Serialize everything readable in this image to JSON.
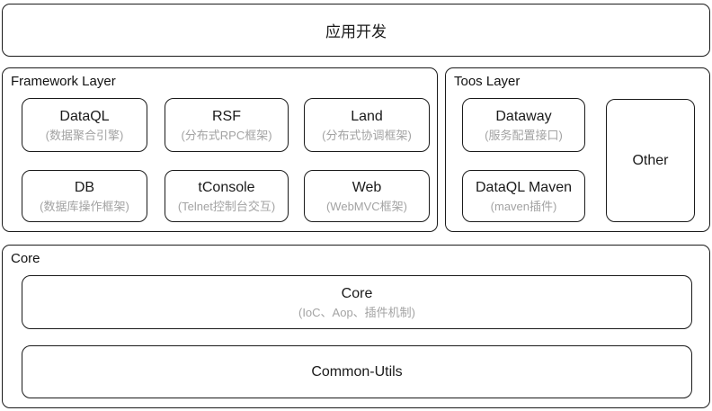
{
  "colors": {
    "background": "#ffffff",
    "border": "#1a1a1a",
    "title_text": "#1a1a1a",
    "subtitle_text": "#a3a3a3"
  },
  "app_layer": {
    "title": "应用开发"
  },
  "framework_layer": {
    "label": "Framework Layer",
    "cards": [
      {
        "title": "DataQL",
        "subtitle": "(数据聚合引擎)"
      },
      {
        "title": "RSF",
        "subtitle": "(分布式RPC框架)"
      },
      {
        "title": "Land",
        "subtitle": "(分布式协调框架)"
      },
      {
        "title": "DB",
        "subtitle": "(数据库操作框架)"
      },
      {
        "title": "tConsole",
        "subtitle": "(Telnet控制台交互)"
      },
      {
        "title": "Web",
        "subtitle": "(WebMVC框架)"
      }
    ]
  },
  "tools_layer": {
    "label": "Toos Layer",
    "cards": [
      {
        "title": "Dataway",
        "subtitle": "(服务配置接口)"
      },
      {
        "title": "DataQL Maven",
        "subtitle": "(maven插件)"
      },
      {
        "title": "Other",
        "subtitle": ""
      }
    ]
  },
  "core_layer": {
    "label": "Core",
    "cards": [
      {
        "title": "Core",
        "subtitle": "(IoC、Aop、插件机制)"
      },
      {
        "title": "Common-Utils",
        "subtitle": ""
      }
    ]
  }
}
